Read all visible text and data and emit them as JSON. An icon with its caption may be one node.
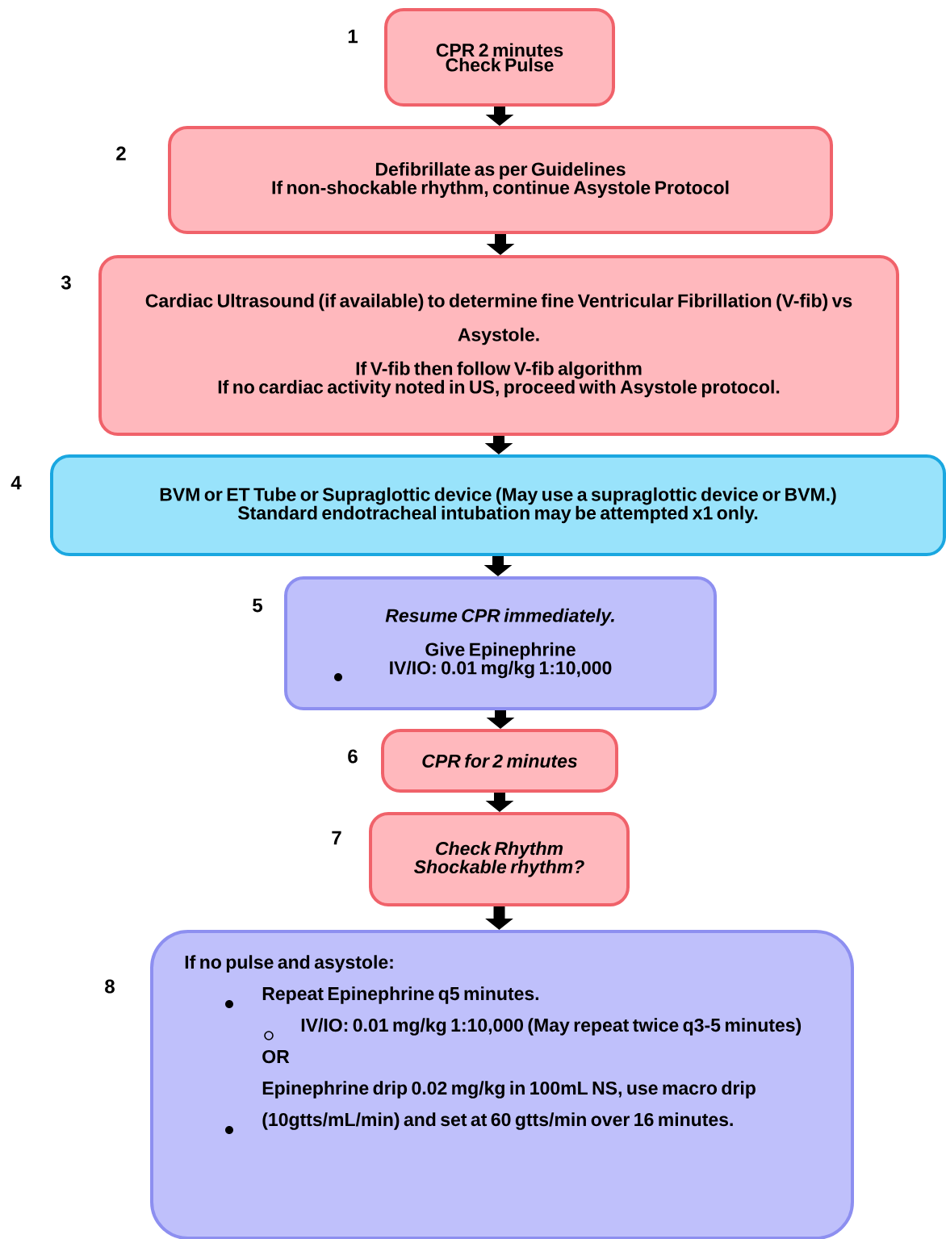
{
  "diagram": {
    "nodes": [
      {
        "text": [
          "CPR 2 minutes",
          "Check Pulse"
        ],
        "beside": [
          "1"
        ]
      },
      {
        "text": [
          "Defibrillate as per Guidelines",
          "If non-shockable rhythm, continue Asystole Protocol"
        ],
        "beside": [
          "2"
        ]
      },
      {
        "text": [
          "Cardiac Ultrasound (if available) to determine fine Ventricular Fibrillation (V-fib) vs Asystole.",
          "If V-fib then follow V-fib algorithm",
          "If no cardiac activity noted in US, proceed with Asystole protocol."
        ],
        "beside": [
          "3"
        ]
      },
      {
        "text": [
          "BVM or ET Tube or Supraglottic device (May use a supraglottic device or BVM.)",
          "Standard endotracheal intubation may be attempted x1 only."
        ],
        "beside": [
          "4"
        ]
      },
      {
        "text": [
          "Resume CPR immediately.",
          "Give Epinephrine",
          "IV/IO:  0.01 mg/kg 1:10,000"
        ],
        "beside": [
          "5"
        ]
      },
      {
        "text": [
          "CPR for 2 minutes"
        ],
        "beside": [
          "6"
        ]
      },
      {
        "text": [
          "Check Rhythm",
          "Shockable rhythm?"
        ],
        "beside": [
          "7"
        ]
      },
      {
        "text": [
          "If no pulse and asystole:",
          "Repeat Epinephrine q5 minutes.",
          "IV/IO: 0.01 mg/kg 1:10,000 (May repeat twice q3-5 minutes)",
          "OR",
          "Epinephrine drip 0.02 mg/kg in 100mL NS, use macro drip (10gtts/mL/min) and set at 60 gtts/min over 16 minutes."
        ],
        "beside": [
          "8"
        ]
      }
    ],
    "edges": [
      {
        "from": 0,
        "to": 1,
        "arrow": "to"
      },
      {
        "from": 1,
        "to": 2,
        "arrow": "to"
      },
      {
        "from": 2,
        "to": 3,
        "arrow": "to"
      },
      {
        "from": 3,
        "to": 4,
        "arrow": "to"
      },
      {
        "from": 4,
        "to": 5,
        "arrow": "to"
      },
      {
        "from": 5,
        "to": 6,
        "arrow": "to"
      },
      {
        "from": 6,
        "to": 7,
        "arrow": "to"
      }
    ]
  }
}
